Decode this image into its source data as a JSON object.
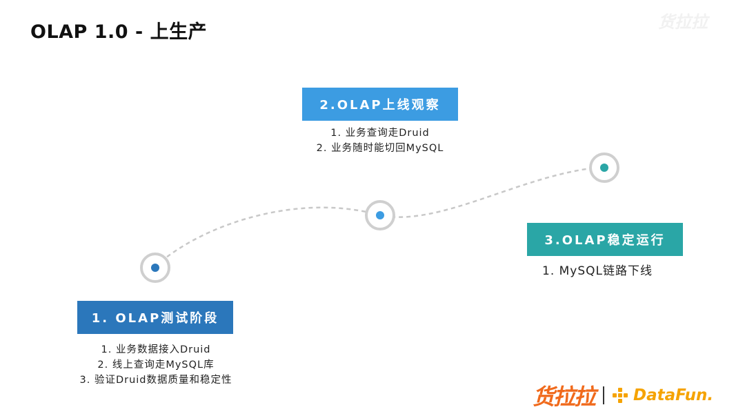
{
  "slide": {
    "title": "OLAP 1.0 - 上生产",
    "watermark": "货拉拉"
  },
  "stages": [
    {
      "label": "1. OLAP测试阶段",
      "items": [
        "1. 业务数据接入Druid",
        "2. 线上查询走MySQL库",
        "3. 验证Druid数据质量和稳定性"
      ]
    },
    {
      "label": "2.OLAP上线观察",
      "items": [
        "1. 业务查询走Druid",
        "2. 业务随时能切回MySQL"
      ]
    },
    {
      "label": "3.OLAP稳定运行",
      "items": [
        "1. MySQL链路下线"
      ]
    }
  ],
  "colors": {
    "stage1": "#2b77bb",
    "stage2": "#3c9ce2",
    "stage3": "#2aa6a6",
    "path": "#c8c8c8",
    "brand_orange": "#f06a1c",
    "datafun_yellow": "#f5a300"
  },
  "footer": {
    "brand_cn": "货拉拉",
    "separator": "|",
    "brand_en": "DataFun."
  }
}
